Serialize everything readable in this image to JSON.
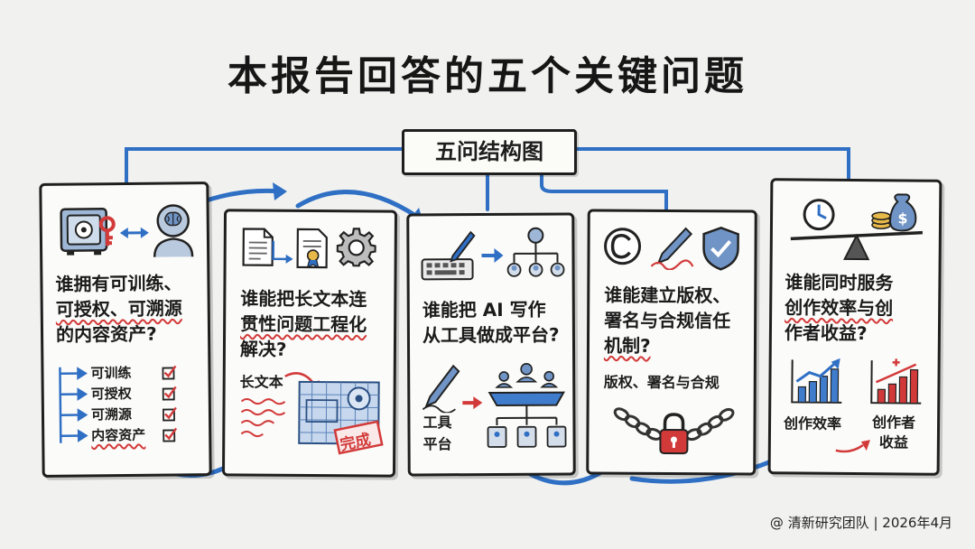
{
  "title": "本报告回答的五个关键问题",
  "hub_label": "五问结构图",
  "cards": [
    {
      "question_lines": [
        "谁拥有可训练、",
        "可授权、可溯源",
        "的内容资产?"
      ],
      "checklist": [
        "可训练",
        "可授权",
        "可溯源",
        "内容资产"
      ],
      "icons": [
        "safe-icon",
        "key-icon",
        "double-arrow-icon",
        "head-brain-icon",
        "arrow-icon",
        "checkbox-icon"
      ]
    },
    {
      "question_lines": [
        "谁能把长文本连",
        "贯性问题工程化",
        "解决?"
      ],
      "long_text_label": "长文本",
      "done_stamp": "完成",
      "icons": [
        "document-icon",
        "certificate-document-icon",
        "gear-icon",
        "blueprint-icon"
      ]
    },
    {
      "question_lines": [
        "谁能把 AI 写作",
        "从工具做成平台?"
      ],
      "tool_label": "工具",
      "platform_label": "平台",
      "icons": [
        "keyboard-pen-icon",
        "org-chart-icon",
        "pen-icon",
        "platform-network-icon"
      ]
    },
    {
      "question_lines": [
        "谁能建立版权、",
        "署名与合规信任",
        "机制?"
      ],
      "sub_label": "版权、署名与合规",
      "icons": [
        "copyright-icon",
        "signature-pen-icon",
        "shield-check-icon",
        "chain-lock-icon"
      ]
    },
    {
      "question_lines": [
        "谁能同时服务",
        "创作效率与创",
        "作者收益?"
      ],
      "efficiency_label": "创作效率",
      "income_label_lines": [
        "创作者",
        "收益"
      ],
      "icons": [
        "clock-icon",
        "money-bag-icon",
        "balance-scale-icon",
        "bar-chart-up-icon",
        "bar-chart-growth-icon"
      ]
    }
  ],
  "footer": "@ 清新研究团队 | 2026年4月",
  "colors": {
    "accent_blue": "#2f6fc4",
    "accent_red": "#d23a3a",
    "ink": "#1d1d1d"
  }
}
